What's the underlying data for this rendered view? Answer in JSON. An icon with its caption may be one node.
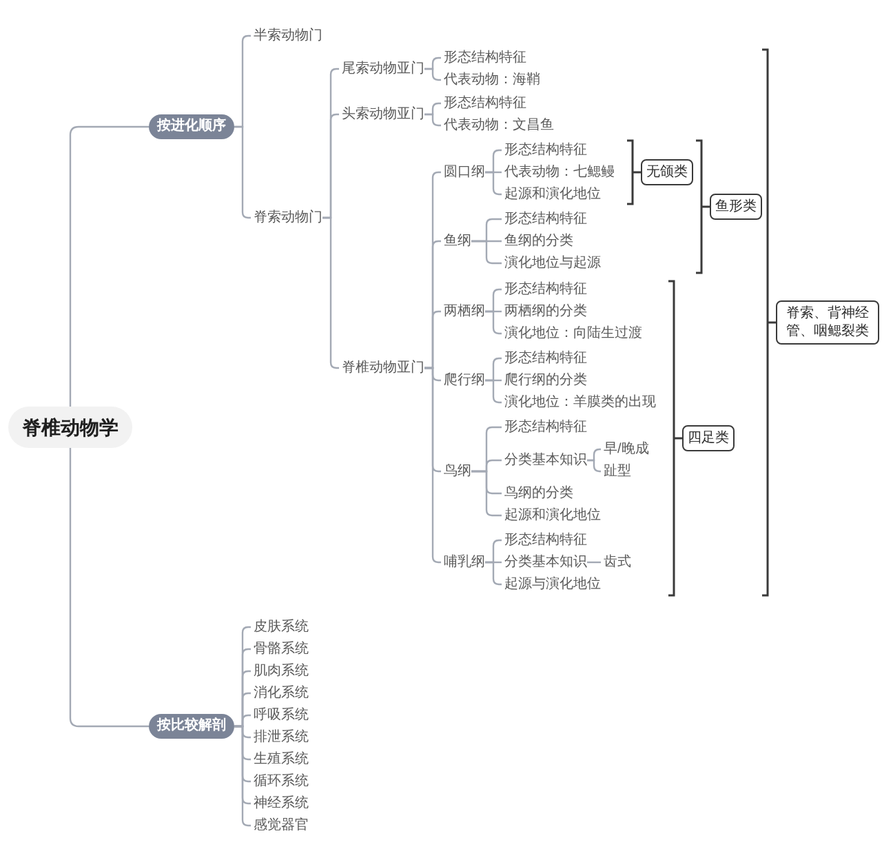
{
  "diagram": {
    "nodes": [
      {
        "text": [
          "脊椎动物学"
        ]
      },
      {
        "text": [
          "按进化顺序"
        ]
      },
      {
        "text": [
          "半索动物门"
        ]
      },
      {
        "text": [
          "脊索动物门"
        ]
      },
      {
        "text": [
          "尾索动物亚门"
        ]
      },
      {
        "text": [
          "形态结构特征"
        ]
      },
      {
        "text": [
          "代表动物：海鞘"
        ]
      },
      {
        "text": [
          "头索动物亚门"
        ]
      },
      {
        "text": [
          "形态结构特征"
        ]
      },
      {
        "text": [
          "代表动物：文昌鱼"
        ]
      },
      {
        "text": [
          "脊椎动物亚门"
        ]
      },
      {
        "text": [
          "圆口纲"
        ]
      },
      {
        "text": [
          "形态结构特征"
        ]
      },
      {
        "text": [
          "代表动物：七鳃鳗"
        ]
      },
      {
        "text": [
          "起源和演化地位"
        ]
      },
      {
        "text": [
          "鱼纲"
        ]
      },
      {
        "text": [
          "形态结构特征"
        ]
      },
      {
        "text": [
          "鱼纲的分类"
        ]
      },
      {
        "text": [
          "演化地位与起源"
        ]
      },
      {
        "text": [
          "两栖纲"
        ]
      },
      {
        "text": [
          "形态结构特征"
        ]
      },
      {
        "text": [
          "两栖纲的分类"
        ]
      },
      {
        "text": [
          "演化地位：向陆生过渡"
        ]
      },
      {
        "text": [
          "爬行纲"
        ]
      },
      {
        "text": [
          "形态结构特征"
        ]
      },
      {
        "text": [
          "爬行纲的分类"
        ]
      },
      {
        "text": [
          "演化地位：羊膜类的出现"
        ]
      },
      {
        "text": [
          "鸟纲"
        ]
      },
      {
        "text": [
          "形态结构特征"
        ]
      },
      {
        "text": [
          "分类基本知识"
        ]
      },
      {
        "text": [
          "早/晚成"
        ]
      },
      {
        "text": [
          "趾型"
        ]
      },
      {
        "text": [
          "鸟纲的分类"
        ]
      },
      {
        "text": [
          "起源和演化地位"
        ]
      },
      {
        "text": [
          "哺乳纲"
        ]
      },
      {
        "text": [
          "形态结构特征"
        ]
      },
      {
        "text": [
          "分类基本知识"
        ]
      },
      {
        "text": [
          "齿式"
        ]
      },
      {
        "text": [
          "起源与演化地位"
        ]
      },
      {
        "text": [
          "无颌类"
        ]
      },
      {
        "text": [
          "鱼形类"
        ]
      },
      {
        "text": [
          "四足类"
        ]
      },
      {
        "text": [
          "脊索、背神经管、咽鳃裂类"
        ]
      },
      {
        "text": [
          "按比较解剖"
        ]
      },
      {
        "text": [
          "皮肤系统"
        ]
      },
      {
        "text": [
          "骨骼系统"
        ]
      },
      {
        "text": [
          "肌肉系统"
        ]
      },
      {
        "text": [
          "消化系统"
        ]
      },
      {
        "text": [
          "呼吸系统"
        ]
      },
      {
        "text": [
          "排泄系统"
        ]
      },
      {
        "text": [
          "生殖系统"
        ]
      },
      {
        "text": [
          "循环系统"
        ]
      },
      {
        "text": [
          "神经系统"
        ]
      },
      {
        "text": [
          "感觉器官"
        ]
      }
    ],
    "edges": [
      {
        "from": 0,
        "to": 1,
        "arrow": "none"
      },
      {
        "from": 1,
        "to": 2,
        "arrow": "none"
      },
      {
        "from": 1,
        "to": 3,
        "arrow": "none"
      },
      {
        "from": 3,
        "to": 4,
        "arrow": "none"
      },
      {
        "from": 4,
        "to": 5,
        "arrow": "none"
      },
      {
        "from": 4,
        "to": 6,
        "arrow": "none"
      },
      {
        "from": 3,
        "to": 7,
        "arrow": "none"
      },
      {
        "from": 7,
        "to": 8,
        "arrow": "none"
      },
      {
        "from": 7,
        "to": 9,
        "arrow": "none"
      },
      {
        "from": 3,
        "to": 10,
        "arrow": "none"
      },
      {
        "from": 10,
        "to": 11,
        "arrow": "none"
      },
      {
        "from": 11,
        "to": 12,
        "arrow": "none"
      },
      {
        "from": 11,
        "to": 13,
        "arrow": "none"
      },
      {
        "from": 11,
        "to": 14,
        "arrow": "none"
      },
      {
        "from": 10,
        "to": 15,
        "arrow": "none"
      },
      {
        "from": 15,
        "to": 16,
        "arrow": "none"
      },
      {
        "from": 15,
        "to": 17,
        "arrow": "none"
      },
      {
        "from": 15,
        "to": 18,
        "arrow": "none"
      },
      {
        "from": 10,
        "to": 19,
        "arrow": "none"
      },
      {
        "from": 19,
        "to": 20,
        "arrow": "none"
      },
      {
        "from": 19,
        "to": 21,
        "arrow": "none"
      },
      {
        "from": 19,
        "to": 22,
        "arrow": "none"
      },
      {
        "from": 10,
        "to": 23,
        "arrow": "none"
      },
      {
        "from": 23,
        "to": 24,
        "arrow": "none"
      },
      {
        "from": 23,
        "to": 25,
        "arrow": "none"
      },
      {
        "from": 23,
        "to": 26,
        "arrow": "none"
      },
      {
        "from": 10,
        "to": 27,
        "arrow": "none"
      },
      {
        "from": 27,
        "to": 28,
        "arrow": "none"
      },
      {
        "from": 27,
        "to": 29,
        "arrow": "none"
      },
      {
        "from": 29,
        "to": 30,
        "arrow": "none"
      },
      {
        "from": 29,
        "to": 31,
        "arrow": "none"
      },
      {
        "from": 27,
        "to": 32,
        "arrow": "none"
      },
      {
        "from": 27,
        "to": 33,
        "arrow": "none"
      },
      {
        "from": 10,
        "to": 34,
        "arrow": "none"
      },
      {
        "from": 34,
        "to": 35,
        "arrow": "none"
      },
      {
        "from": 34,
        "to": 36,
        "arrow": "none"
      },
      {
        "from": 36,
        "to": 37,
        "arrow": "none"
      },
      {
        "from": 34,
        "to": 38,
        "arrow": "none"
      },
      {
        "from": 0,
        "to": 43,
        "arrow": "none"
      },
      {
        "from": 43,
        "to": 44,
        "arrow": "none"
      },
      {
        "from": 43,
        "to": 45,
        "arrow": "none"
      },
      {
        "from": 43,
        "to": 46,
        "arrow": "none"
      },
      {
        "from": 43,
        "to": 47,
        "arrow": "none"
      },
      {
        "from": 43,
        "to": 48,
        "arrow": "none"
      },
      {
        "from": 43,
        "to": 49,
        "arrow": "none"
      },
      {
        "from": 43,
        "to": 50,
        "arrow": "none"
      },
      {
        "from": 43,
        "to": 51,
        "arrow": "none"
      },
      {
        "from": 43,
        "to": 52,
        "arrow": "none"
      },
      {
        "from": 43,
        "to": 53,
        "arrow": "none"
      }
    ]
  }
}
